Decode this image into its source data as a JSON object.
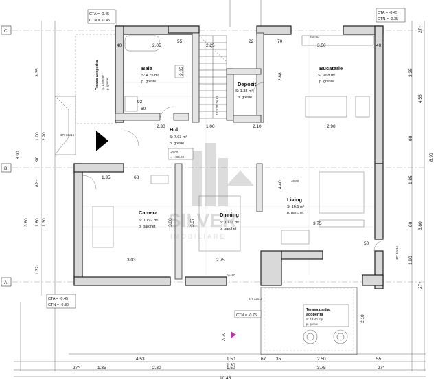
{
  "levels": {
    "top_right": [
      "CTA = -0.45",
      "CTN = -0.35"
    ],
    "top_center": [
      "CTA = -0.45",
      "CTN = -0.45"
    ],
    "bottom_left": [
      "CTA = -0.45",
      "CTN = -0.80"
    ],
    "bottom_center": "CTN = -0.75"
  },
  "axes": [
    "C",
    "B",
    "A"
  ],
  "rooms": {
    "baie": {
      "name": "Baie",
      "area": "S: 4.75 m²",
      "floor": "p. gresie"
    },
    "depozit": {
      "name": "Depozit",
      "area": "S: 1.38 m²",
      "floor": "p. gresie"
    },
    "bucatarie": {
      "name": "Bucatarie",
      "area": "S: 9.68 m²",
      "floor": "p. gresie"
    },
    "hol": {
      "name": "Hol",
      "area": "S: 7.63 m²",
      "floor": "p. gresie",
      "level1": "±0.00",
      "level2": "= +465.40"
    },
    "camera": {
      "name": "Camera",
      "area": "S: 10.97 m²",
      "floor": "p. parchet"
    },
    "dining": {
      "name": "Dinning",
      "area": "S: 10.31 m²",
      "floor": "p. parchet"
    },
    "living": {
      "name": "Living",
      "area": "S: 16.5 m²",
      "floor": "p. parchet",
      "level": "±0.00"
    },
    "terasa_top": {
      "name": "Terasa acoperita",
      "area": "S: 1.89 mp",
      "floor": "p. gresie"
    },
    "terasa_bottom": {
      "name1": "Terasa partial",
      "name2": "acoperita",
      "area": "S: 13.40 mp",
      "floor": "p. gresie"
    }
  },
  "stairs": {
    "main": "18Tr 28x16.67",
    "left": "3Tr 32x15",
    "bottom": "3Tr 32x15",
    "right": "4Tr 32x15"
  },
  "section": "A-A",
  "watermark": {
    "line1": "SILVER",
    "line2": "IMOBILIARE"
  },
  "dims_top": [
    "2.05",
    "55",
    "2.25",
    "22",
    "3.50",
    "70",
    "40",
    "40"
  ],
  "dims_mid_h": [
    "2.30",
    "1.00",
    "2.10",
    "2.90",
    "1.35",
    "68",
    "3.03",
    "2.75",
    "3.75",
    "50"
  ],
  "dims_bottom": {
    "row1": [
      "4.53",
      "1.50",
      "67",
      "35",
      "2.50",
      "55"
    ],
    "row2": [
      "1.30"
    ],
    "row3": [
      "27⁵",
      "1.35",
      "2.30",
      "1.50",
      "3.75",
      "27⁵"
    ],
    "total": "10.45"
  },
  "dims_left_outer": [
    "3.35",
    "8.90",
    "90",
    "3.80",
    "1.32⁵"
  ],
  "dims_left_inner": [
    "2.20",
    "1.00",
    "82⁵",
    "1.80",
    "1.30"
  ],
  "dims_right_outer": [
    "4.55",
    "8.90",
    "3.80",
    "27⁵",
    "27⁵"
  ],
  "dims_right_inner": [
    "3.35",
    "90",
    "1.85",
    "90",
    "1.90",
    "2.10"
  ],
  "misc": {
    "hp60": "hp=60",
    "hp90": "hp=90",
    "bath_l": "60",
    "bath_2": "92",
    "v1": "2.35",
    "v2": "2.88",
    "v3": "4.40",
    "v4": "3.37",
    "v5": "3.00"
  }
}
